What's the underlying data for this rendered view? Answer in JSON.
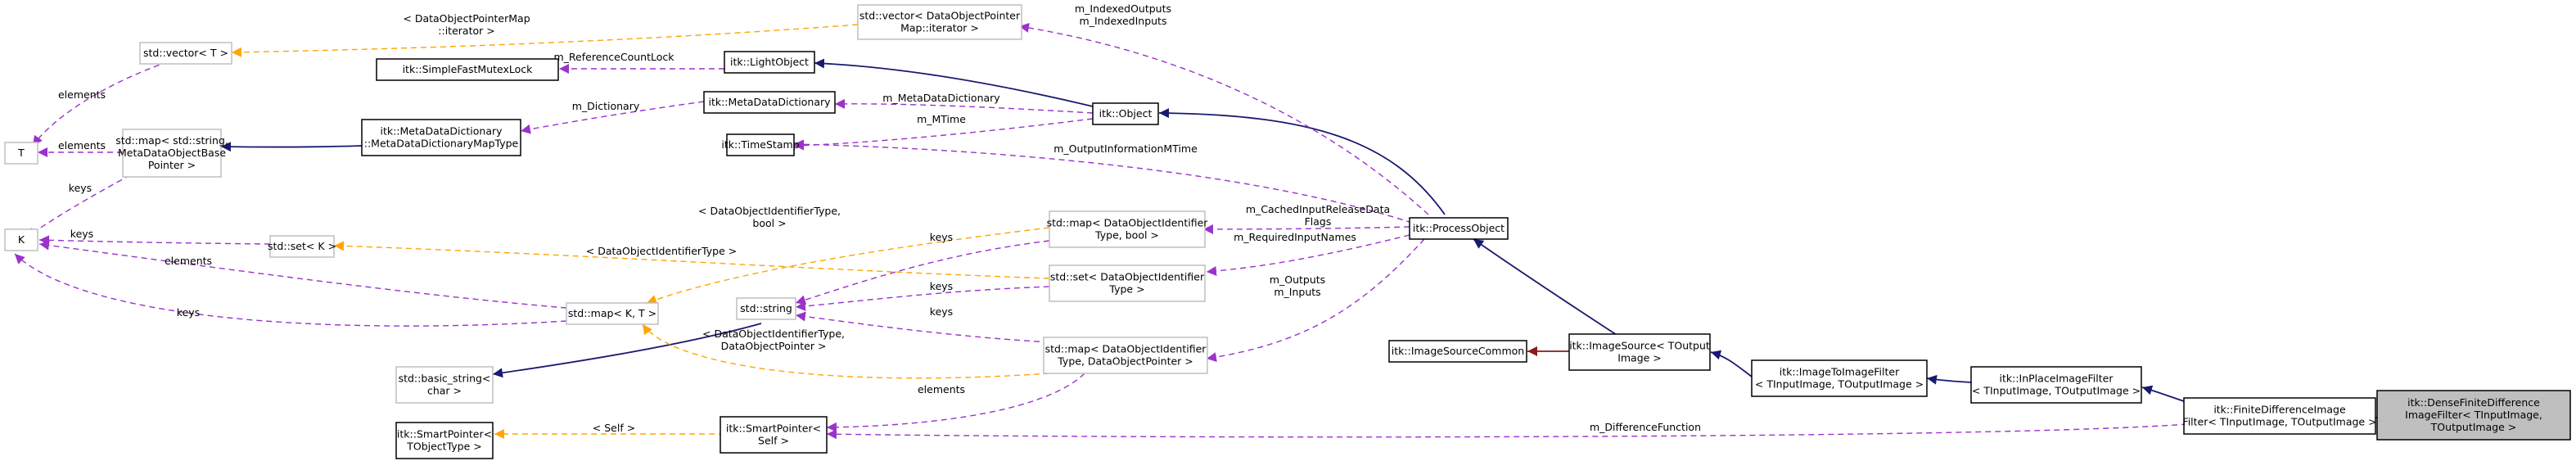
{
  "nodes": [
    {
      "id": "vector_dop",
      "style": "ghost",
      "lines": [
        "std::vector< DataObjectPointer",
        "Map::iterator >"
      ]
    },
    {
      "id": "vector_t",
      "style": "ghost",
      "lines": [
        "std::vector< T >"
      ]
    },
    {
      "id": "mutexlock",
      "style": "solid",
      "lines": [
        "itk::SimpleFastMutexLock"
      ]
    },
    {
      "id": "lightobject",
      "style": "solid",
      "lines": [
        "itk::LightObject"
      ]
    },
    {
      "id": "metadatadict",
      "style": "solid",
      "lines": [
        "itk::MetaDataDictionary"
      ]
    },
    {
      "id": "object",
      "style": "solid",
      "lines": [
        "itk::Object"
      ]
    },
    {
      "id": "t",
      "style": "ghost",
      "lines": [
        "T"
      ]
    },
    {
      "id": "map_string",
      "style": "ghost",
      "lines": [
        "std::map< std::string,",
        "MetaDataObjectBase",
        "Pointer >"
      ]
    },
    {
      "id": "mdd_maptype",
      "style": "solid",
      "lines": [
        "itk::MetaDataDictionary",
        "::MetaDataDictionaryMapType"
      ]
    },
    {
      "id": "timestamp",
      "style": "solid",
      "lines": [
        "itk::TimeStamp"
      ]
    },
    {
      "id": "map_bool",
      "style": "ghost",
      "lines": [
        "std::map< DataObjectIdentifier",
        "Type, bool >"
      ]
    },
    {
      "id": "processobject",
      "style": "solid",
      "lines": [
        "itk::ProcessObject"
      ]
    },
    {
      "id": "k",
      "style": "ghost",
      "lines": [
        "K"
      ]
    },
    {
      "id": "set_k",
      "style": "ghost",
      "lines": [
        "std::set< K >"
      ]
    },
    {
      "id": "set_doi",
      "style": "ghost",
      "lines": [
        "std::set< DataObjectIdentifier",
        "Type >"
      ]
    },
    {
      "id": "stdstring",
      "style": "ghost",
      "lines": [
        "std::string"
      ]
    },
    {
      "id": "map_kt",
      "style": "ghost",
      "lines": [
        "std::map< K, T >"
      ]
    },
    {
      "id": "imagesourcecommon",
      "style": "solid",
      "lines": [
        "itk::ImageSourceCommon"
      ]
    },
    {
      "id": "imagesource",
      "style": "solid",
      "lines": [
        "itk::ImageSource< TOutput",
        "Image >"
      ]
    },
    {
      "id": "imagetoimage",
      "style": "solid",
      "lines": [
        "itk::ImageToImageFilter",
        "< TInputImage, TOutputImage >"
      ]
    },
    {
      "id": "inplace",
      "style": "solid",
      "lines": [
        "itk::InPlaceImageFilter",
        "< TInputImage, TOutputImage >"
      ]
    },
    {
      "id": "map_dop",
      "style": "ghost",
      "lines": [
        "std::map< DataObjectIdentifier",
        "Type, DataObjectPointer >"
      ]
    },
    {
      "id": "finitediff",
      "style": "solid",
      "lines": [
        "itk::FiniteDifferenceImage",
        "Filter< TInputImage, TOutputImage >"
      ]
    },
    {
      "id": "densefinitediff",
      "style": "focus",
      "lines": [
        "itk::DenseFiniteDifference",
        "ImageFilter< TInputImage,",
        "TOutputImage >"
      ]
    },
    {
      "id": "basicstring",
      "style": "ghost",
      "lines": [
        "std::basic_string<",
        "char >"
      ]
    },
    {
      "id": "smartptr_obj",
      "style": "solid",
      "lines": [
        "itk::SmartPointer<",
        "TObjectType >"
      ]
    },
    {
      "id": "smartptr_self",
      "style": "solid",
      "lines": [
        "itk::SmartPointer<",
        "Self >"
      ]
    }
  ],
  "edge_labels": [
    {
      "id": "lbl_dop_iter",
      "lines": [
        "< DataObjectPointerMap",
        "::iterator >"
      ]
    },
    {
      "id": "lbl_indexed",
      "lines": [
        "m_IndexedOutputs",
        "m_IndexedInputs"
      ]
    },
    {
      "id": "lbl_elements_vec",
      "lines": [
        "elements"
      ]
    },
    {
      "id": "lbl_refcountlock",
      "lines": [
        "m_ReferenceCountLock"
      ]
    },
    {
      "id": "lbl_dictionary",
      "lines": [
        "m_Dictionary"
      ]
    },
    {
      "id": "lbl_metadatadictionary",
      "lines": [
        "m_MetaDataDictionary"
      ]
    },
    {
      "id": "lbl_mtime",
      "lines": [
        "m_MTime"
      ]
    },
    {
      "id": "lbl_elements_map",
      "lines": [
        "elements"
      ]
    },
    {
      "id": "lbl_outputinfo",
      "lines": [
        "m_OutputInformationMTime"
      ]
    },
    {
      "id": "lbl_keys_t",
      "lines": [
        "keys"
      ]
    },
    {
      "id": "lbl_doi_bool",
      "lines": [
        "< DataObjectIdentifierType,",
        "bool >"
      ]
    },
    {
      "id": "lbl_cached",
      "lines": [
        "m_CachedInputReleaseData",
        "Flags"
      ]
    },
    {
      "id": "lbl_keys_mapbool",
      "lines": [
        "keys"
      ]
    },
    {
      "id": "lbl_required",
      "lines": [
        "m_RequiredInputNames"
      ]
    },
    {
      "id": "lbl_keys_setk",
      "lines": [
        "keys"
      ]
    },
    {
      "id": "lbl_doi_type",
      "lines": [
        "< DataObjectIdentifierType >"
      ]
    },
    {
      "id": "lbl_elements_k",
      "lines": [
        "elements"
      ]
    },
    {
      "id": "lbl_keys_setdoi",
      "lines": [
        "keys"
      ]
    },
    {
      "id": "lbl_outputs",
      "lines": [
        "m_Outputs",
        "m_Inputs"
      ]
    },
    {
      "id": "lbl_keys_k",
      "lines": [
        "keys"
      ]
    },
    {
      "id": "lbl_keys_mapdop",
      "lines": [
        "keys"
      ]
    },
    {
      "id": "lbl_doi_dop",
      "lines": [
        "< DataObjectIdentifierType,",
        "DataObjectPointer >"
      ]
    },
    {
      "id": "lbl_elements_sp",
      "lines": [
        "elements"
      ]
    },
    {
      "id": "lbl_self",
      "lines": [
        "< Self >"
      ]
    },
    {
      "id": "lbl_difffunc",
      "lines": [
        "m_DifferenceFunction"
      ]
    }
  ],
  "colors": {
    "inheritance": "#191970",
    "usage": "#9a32cd",
    "template": "#ffa500",
    "private_inheritance": "#8b1a1a",
    "focus_fill": "#bfbfbf",
    "ghost_border": "#bfbfbf"
  }
}
